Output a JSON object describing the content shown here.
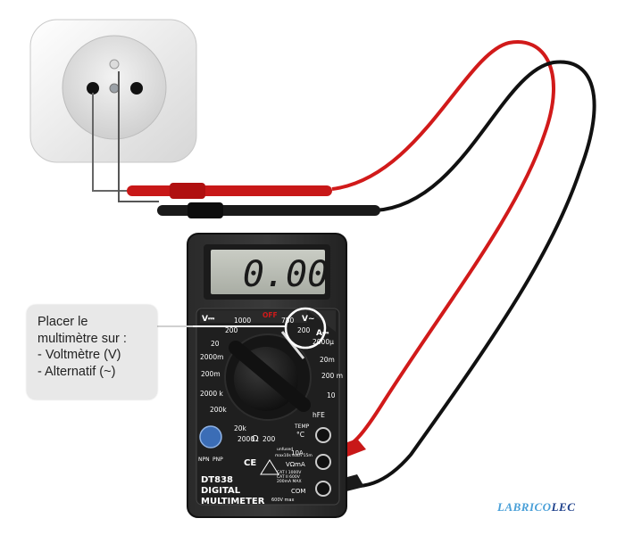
{
  "callout": {
    "text": "Placer le\nmultimètre sur :\n- Voltmètre (V)\n- Alternatif (~)"
  },
  "display": {
    "value": "0.00"
  },
  "meter": {
    "model": "DT838",
    "line1": "DIGITAL",
    "line2": "MULTIMETER",
    "labels": {
      "off": "OFF",
      "v_ac": "V~",
      "v_dc": "V⎓",
      "a_dc": "A⎓",
      "ohm": "Ω",
      "hfe": "hFE",
      "temp": "TEMP",
      "celsius": "°C",
      "npn": "NPN",
      "pnp": "PNP",
      "ce": "CE",
      "ten_a": "10A",
      "vma": "VΩmA",
      "com": "COM",
      "fused": "unfused",
      "fused2": "max10s each 15m",
      "cat1": "CAT I 1000V",
      "cat2": "CAT II 600V",
      "ma": "200mA MAX",
      "max": "600V max"
    },
    "ranges": {
      "v1000": "1000",
      "v750": "750",
      "v200ac": "200",
      "v200": "200",
      "v20": "20",
      "v2000m": "2000m",
      "v200m": "200m",
      "r2000k": "2000\nk",
      "r200k": "200k",
      "r20k": "20k",
      "r2000": "2000",
      "r200": "200",
      "a2000u": "2000μ",
      "a20m": "20m",
      "a200m": "200\nm",
      "a10": "10"
    }
  },
  "brand": {
    "part1": "LABRICO",
    "part2": "LEC"
  }
}
